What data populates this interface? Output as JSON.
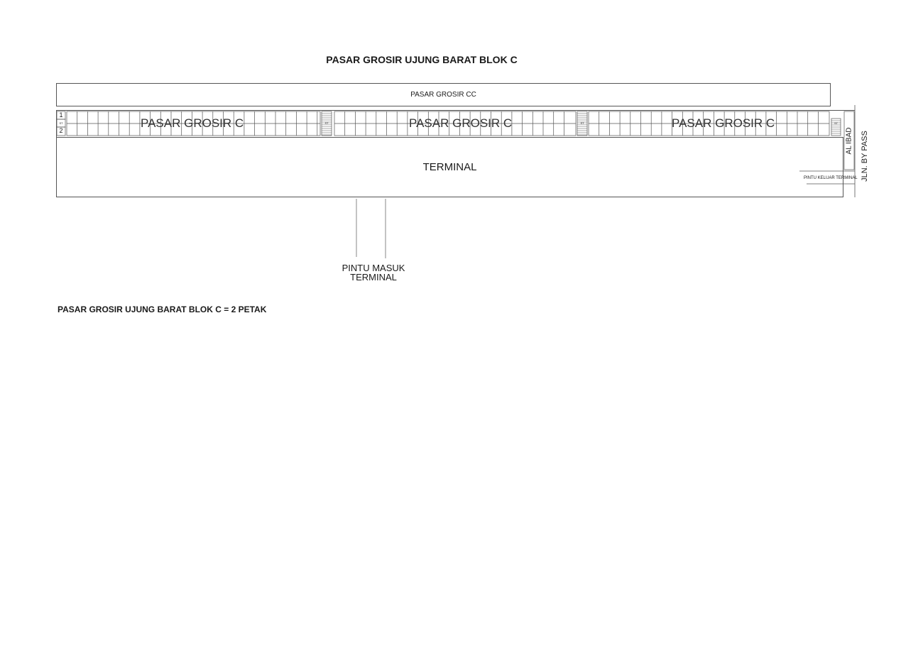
{
  "title": "PASAR GROSIR UJUNG BARAT BLOK C",
  "top_block": "PASAR GROSIR CC",
  "market_sections": [
    {
      "label": "PASAR GROSIR C"
    },
    {
      "label": "PASAR GROSIR C"
    },
    {
      "label": "PASAR GROSIR C"
    }
  ],
  "left_end": {
    "top": "1",
    "middle": "ST",
    "bottom": "2"
  },
  "stair_markers": [
    "ST",
    "ST",
    "ST"
  ],
  "terminal": "TERMINAL",
  "side_building": "AL IBAD",
  "road": "JLN. BY PASS",
  "exit_gate": "PINTU KELUAR TERMINAL",
  "entrance_gate": {
    "line1": "PINTU MASUK",
    "line2": "TERMINAL"
  },
  "note": "PASAR GROSIR UJUNG BARAT BLOK C = 2 PETAK"
}
